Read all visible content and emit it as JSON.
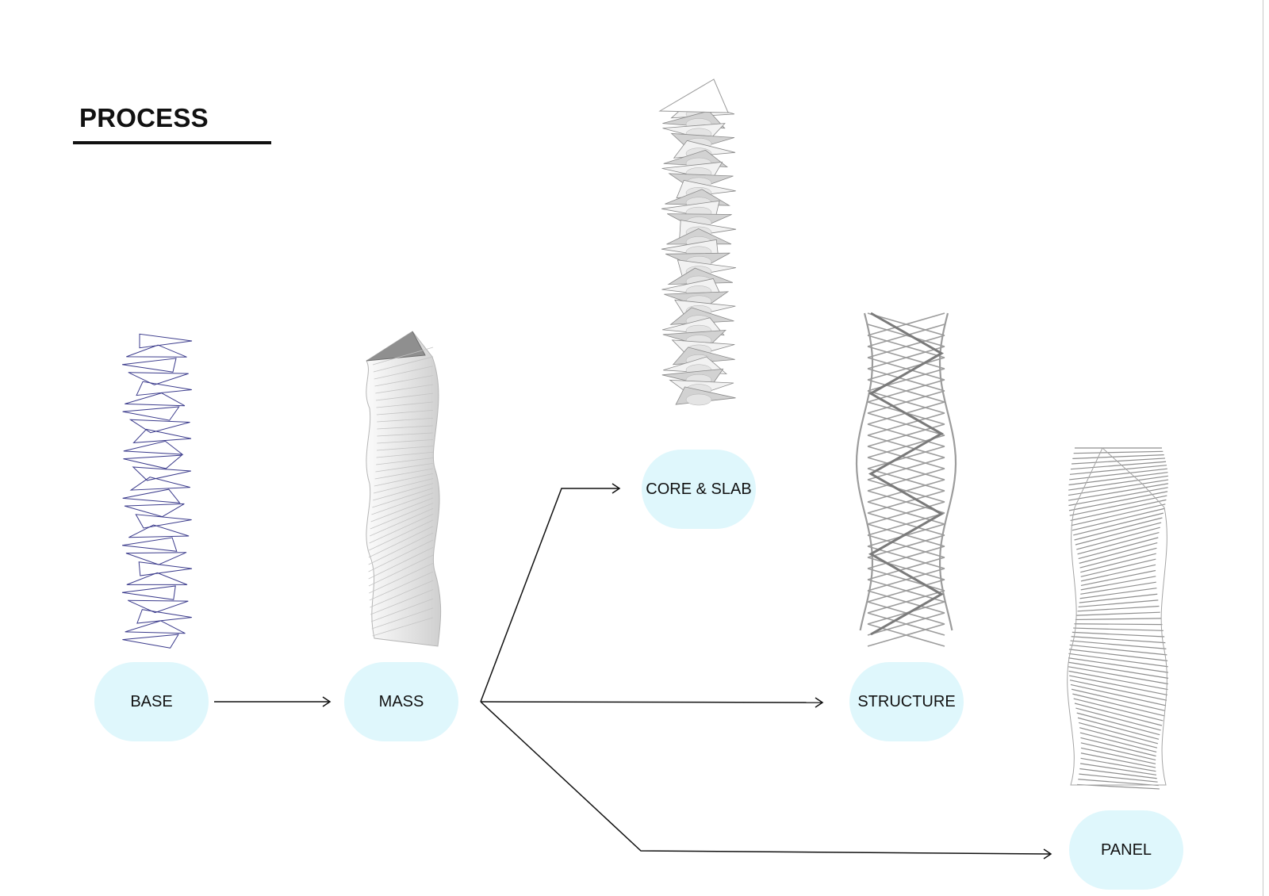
{
  "title": "PROCESS",
  "colors": {
    "pill_fill": "#dff7fc",
    "arrow": "#111111",
    "base_wire": "#3b3b8c",
    "model_light": "#f2f2f2",
    "model_mid": "#d2d2d2",
    "model_dark": "#8a8a8a"
  },
  "stages": {
    "base": "BASE",
    "mass": "MASS",
    "core_slab": "CORE & SLAB",
    "structure": "STRUCTURE",
    "panel": "PANEL"
  },
  "flow": [
    {
      "from": "BASE",
      "to": "MASS"
    },
    {
      "from": "MASS",
      "to": "CORE & SLAB"
    },
    {
      "from": "MASS",
      "to": "STRUCTURE"
    },
    {
      "from": "MASS",
      "to": "PANEL"
    }
  ]
}
